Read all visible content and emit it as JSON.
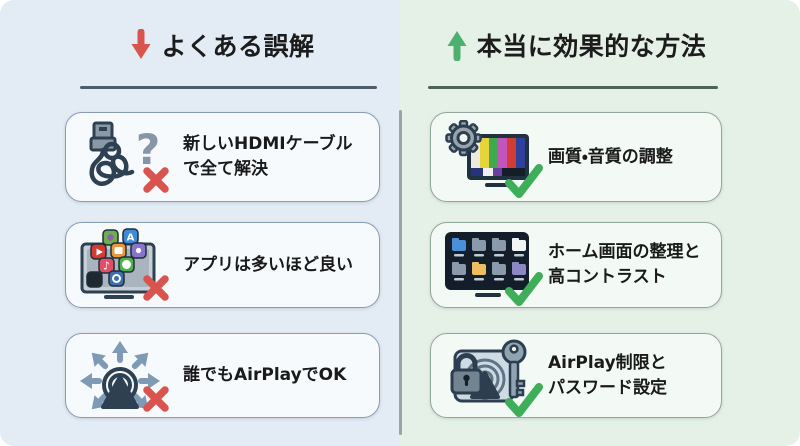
{
  "colors": {
    "left_bg": "#e3ebf4",
    "right_bg": "#e5f0e7",
    "left_card_bg": "#f6fafd",
    "right_card_bg": "#f3f9f4",
    "left_card_border": "#8a9cb0",
    "right_card_border": "#90a79a",
    "heading_text": "#1c1c1c",
    "card_text": "#1a1a1a",
    "down_arrow": "#d9544b",
    "up_arrow": "#4db06e",
    "cross_mark": "#d9534f",
    "check_mark": "#3fae58",
    "left_underline": "#4c5e6e",
    "right_underline": "#4f6459",
    "column_divider": "#99a4a7"
  },
  "left_column": {
    "header": {
      "icon": "down-arrow",
      "title": "よくある誤解"
    },
    "cards": [
      {
        "icon": "hdmi-cable-tangle",
        "mark": "cross",
        "line1": "新しいHDMIケーブル",
        "line2": "で全て解決"
      },
      {
        "icon": "cluttered-apps-tv",
        "mark": "cross",
        "line1": "アプリは多いほど良い"
      },
      {
        "icon": "open-airplay-broadcast",
        "mark": "cross",
        "line1": "誰でもAirPlayでOK"
      }
    ]
  },
  "right_column": {
    "header": {
      "icon": "up-arrow",
      "title": "本当に効果的な方法"
    },
    "cards": [
      {
        "icon": "gear-tv-color-bars",
        "mark": "check",
        "line1": "画質・音質の調整"
      },
      {
        "icon": "organized-folders-tv",
        "mark": "check",
        "line1": "ホーム画面の整理と",
        "line2": "高コントラスト"
      },
      {
        "icon": "lock-key-airplay",
        "mark": "check",
        "line1": "AirPlay制限と",
        "line2": "パスワード設定"
      }
    ]
  }
}
